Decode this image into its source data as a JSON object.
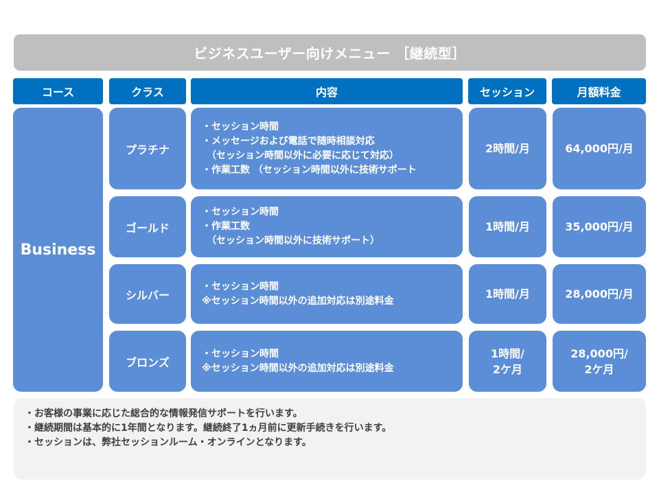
{
  "title": "ビジネスユーザー向けメニュー ［継続型］",
  "headers": {
    "course": "コース",
    "class": "クラス",
    "content": "内容",
    "session": "セッション",
    "price": "月額料金"
  },
  "course": "Business",
  "plans": [
    {
      "class": "プラチナ",
      "content": [
        "・セッション時間",
        "・メッセージおよび電話で随時相談対応",
        "　（セッション時間以外に必要に応じて対応）",
        "・作業工数 （セッション時間以外に技術サポート"
      ],
      "session": [
        "2時間/月"
      ],
      "price": [
        "64,000円/月"
      ]
    },
    {
      "class": "ゴールド",
      "content": [
        "・セッション時間",
        "・作業工数",
        "　（セッション時間以外に技術サポート）"
      ],
      "session": [
        "1時間/月"
      ],
      "price": [
        "35,000円/月"
      ]
    },
    {
      "class": "シルバー",
      "content": [
        "・セッション時間",
        "※セッション時間以外の追加対応は別途料金"
      ],
      "session": [
        "1時間/月"
      ],
      "price": [
        "28,000円/月"
      ]
    },
    {
      "class": "ブロンズ",
      "content": [
        "・セッション時間",
        "※セッション時間以外の追加対応は別途料金"
      ],
      "session": [
        "1時間/",
        "2ケ月"
      ],
      "price": [
        "28,000円/",
        "2ケ月"
      ]
    }
  ],
  "notes": [
    "・お客様の事業に応じた総合的な情報発信サポートを行います。",
    "・継続期間は基本的に1年間となります。継続終了1ヵ月前に更新手続きを行います。",
    "・セッションは、弊社セッションルーム・オンラインとなります。"
  ]
}
